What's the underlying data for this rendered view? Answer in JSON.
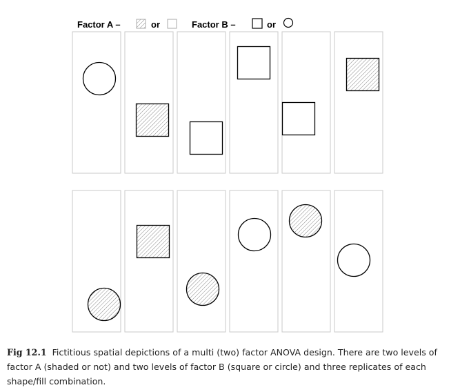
{
  "legend": {
    "factor_a_label": "Factor A –",
    "factor_a_or": "or",
    "factor_b_label": "Factor B –",
    "factor_b_or": "or"
  },
  "panels": [
    {
      "row": 1,
      "col": 1,
      "shape": "circle",
      "fill": "none"
    },
    {
      "row": 1,
      "col": 2,
      "shape": "square",
      "fill": "shaded"
    },
    {
      "row": 1,
      "col": 3,
      "shape": "square",
      "fill": "none"
    },
    {
      "row": 1,
      "col": 4,
      "shape": "square",
      "fill": "none"
    },
    {
      "row": 1,
      "col": 5,
      "shape": "square",
      "fill": "none"
    },
    {
      "row": 1,
      "col": 6,
      "shape": "square",
      "fill": "shaded"
    },
    {
      "row": 2,
      "col": 1,
      "shape": "circle",
      "fill": "shaded"
    },
    {
      "row": 2,
      "col": 2,
      "shape": "square",
      "fill": "shaded"
    },
    {
      "row": 2,
      "col": 3,
      "shape": "circle",
      "fill": "shaded"
    },
    {
      "row": 2,
      "col": 4,
      "shape": "circle",
      "fill": "none"
    },
    {
      "row": 2,
      "col": 5,
      "shape": "circle",
      "fill": "shaded"
    },
    {
      "row": 2,
      "col": 6,
      "shape": "circle",
      "fill": "none"
    }
  ],
  "caption": {
    "label": "Fig 12.1",
    "text": "Fictitious spatial depictions of a multi (two) factor ANOVA design. There are two levels of factor A (shaded or not) and two levels of factor B (square or circle) and three replicates of each shape/fill combination."
  }
}
